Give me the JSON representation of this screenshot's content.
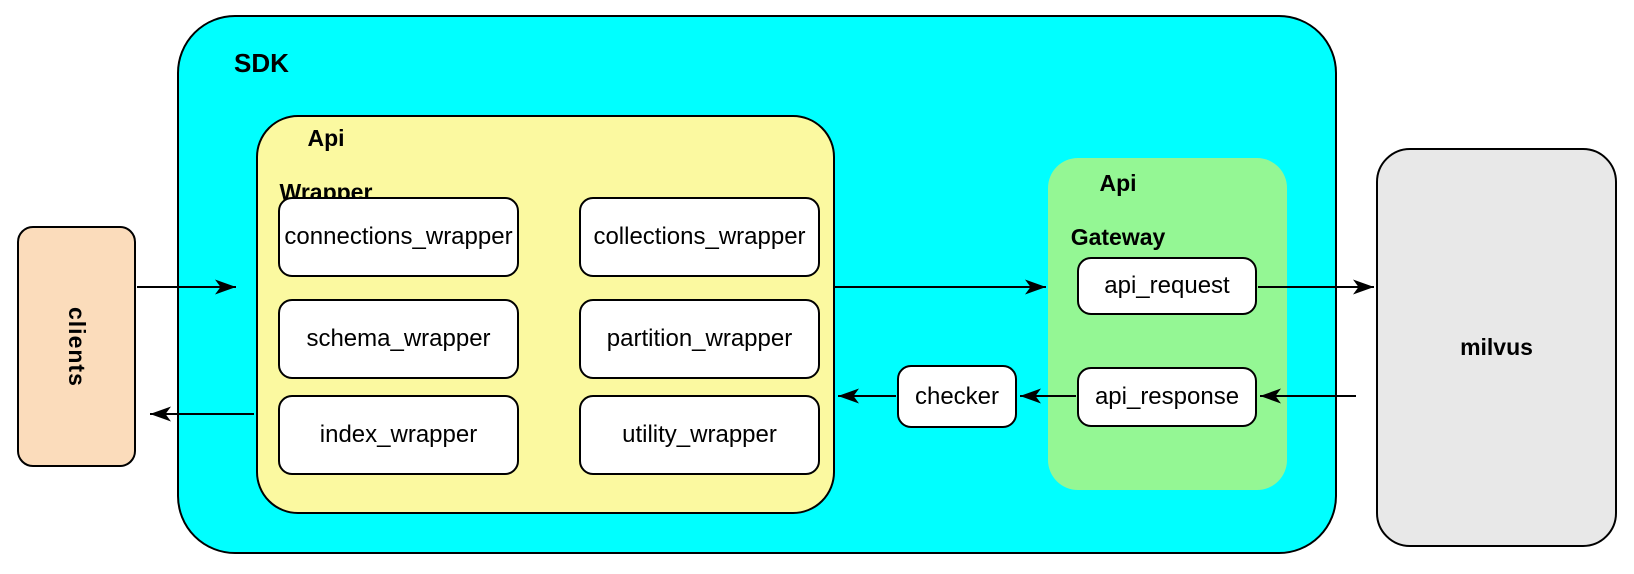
{
  "colors": {
    "sdk_fill": "#00ffff",
    "api_wrapper_fill": "#fbf9a0",
    "api_gateway_fill": "#94f794",
    "clients_fill": "#fbdcbb",
    "milvus_fill": "#e8e8e8",
    "node_fill": "#ffffff",
    "stroke": "#000000"
  },
  "diagram": {
    "clients": {
      "label": "clients"
    },
    "sdk": {
      "label": "SDK"
    },
    "api_wrapper": {
      "label_line1": "Api",
      "label_line2": "Wrapper",
      "nodes": {
        "connections": "connections_wrapper",
        "collections": "collections_wrapper",
        "schema": "schema_wrapper",
        "partition": "partition_wrapper",
        "index": "index_wrapper",
        "utility": "utility_wrapper"
      }
    },
    "checker": {
      "label": "checker"
    },
    "api_gateway": {
      "label_line1": "Api",
      "label_line2": "Gateway",
      "request": "api_request",
      "response": "api_response"
    },
    "milvus": {
      "label": "milvus"
    }
  }
}
